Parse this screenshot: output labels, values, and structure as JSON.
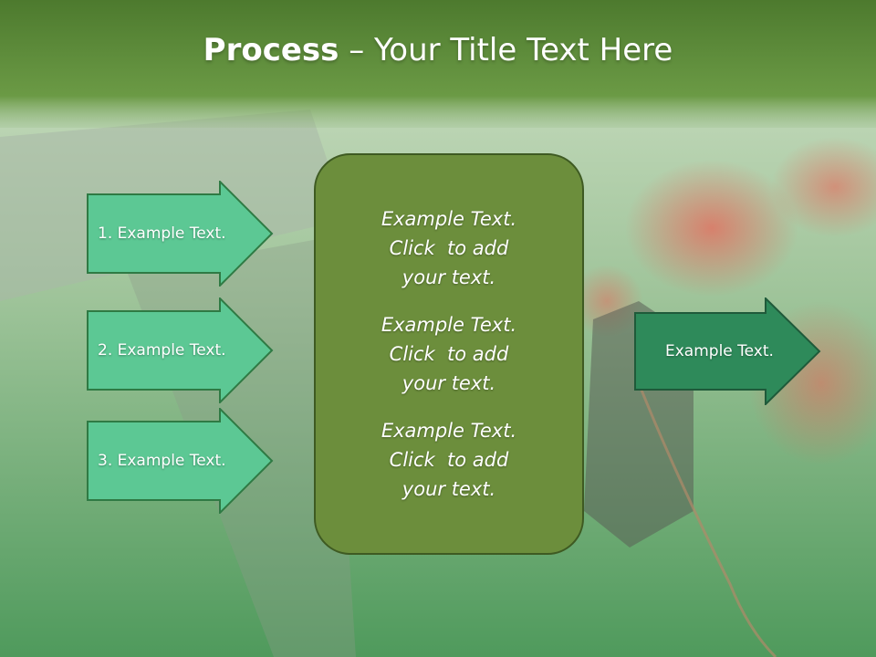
{
  "slide": {
    "title_bold": "Process",
    "title_dash": "–",
    "title_rest": "Your Title Text Here"
  },
  "left_arrows": [
    {
      "label": "1. Example Text."
    },
    {
      "label": "2. Example Text."
    },
    {
      "label": "3. Example Text."
    }
  ],
  "center": {
    "blocks": [
      {
        "line1": "Example Text.",
        "line2": "Click  to add",
        "line3": "your text."
      },
      {
        "line1": "Example Text.",
        "line2": "Click  to add",
        "line3": "your text."
      },
      {
        "line1": "Example Text.",
        "line2": "Click  to add",
        "line3": "your text."
      }
    ]
  },
  "right_arrow": {
    "label": "Example Text."
  },
  "colors": {
    "title_bar": "#5f8a3a",
    "left_arrow_fill": "#5cc894",
    "left_arrow_stroke": "#2f7a44",
    "center_box_fill": "#6c8e3c",
    "right_arrow_fill": "#2e8a5a"
  }
}
